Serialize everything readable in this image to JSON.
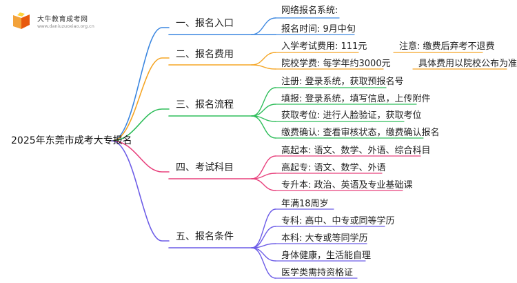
{
  "logo": {
    "title": "大牛教育成考网",
    "url": "www.daniuzuoxiao.org.cn"
  },
  "colors": {
    "blue": "#3a86e0",
    "orange": "#f5a524",
    "green": "#2ebd5a",
    "pink": "#e8407c",
    "violet": "#6c5ce7"
  },
  "mindmap": {
    "root": "2025年东莞市成考大专报名",
    "branches": [
      {
        "label": "一、报名入口",
        "color": "blue",
        "items": [
          {
            "text": "网络报名系统:"
          },
          {
            "text": "报名时间: 9月中旬"
          }
        ]
      },
      {
        "label": "二、报名费用",
        "color": "orange",
        "items": [
          {
            "text": "入学考试费用: 111元",
            "note": "注意: 缴费后弃考不退费"
          },
          {
            "text": "院校学费: 每学年约3000元",
            "note": "具体费用以院校公布为准"
          }
        ]
      },
      {
        "label": "三、报名流程",
        "color": "green",
        "items": [
          {
            "text": "注册: 登录系统，获取预报名号"
          },
          {
            "text": "填报: 登录系统，填写信息，上传附件"
          },
          {
            "text": "获取考位: 进行人脸验证，获取考位"
          },
          {
            "text": "缴费确认: 查看审核状态，缴费确认报名"
          }
        ]
      },
      {
        "label": "四、考试科目",
        "color": "pink",
        "items": [
          {
            "text": "高起本: 语文、数学、外语、综合科目"
          },
          {
            "text": "高起专: 语文、数学、外语"
          },
          {
            "text": "专升本: 政治、英语及专业基础课"
          }
        ]
      },
      {
        "label": "五、报名条件",
        "color": "violet",
        "items": [
          {
            "text": "年满18周岁"
          },
          {
            "text": "专科: 高中、中专或同等学历"
          },
          {
            "text": "本科: 大专或等同学历"
          },
          {
            "text": "身体健康，生活能自理"
          },
          {
            "text": "医学类需持资格证"
          }
        ]
      }
    ]
  }
}
